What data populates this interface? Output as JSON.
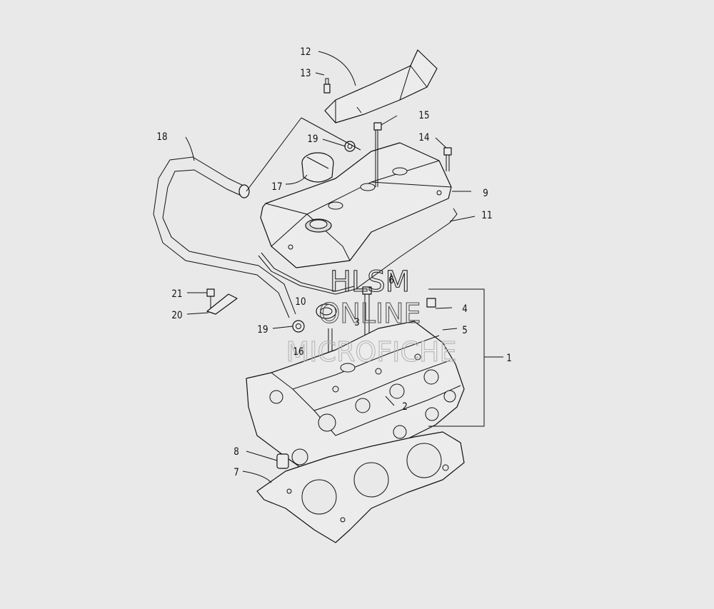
{
  "labels": {
    "l1": "1",
    "l2": "2",
    "l3": "3",
    "l4": "4",
    "l5": "5",
    "l6": "6",
    "l7": "7",
    "l8": "8",
    "l9": "9",
    "l10": "10",
    "l11": "11",
    "l12": "12",
    "l13": "13",
    "l14": "14",
    "l15": "15",
    "l16": "16",
    "l17": "17",
    "l18": "18",
    "l19a": "19",
    "l19b": "19",
    "l20": "20",
    "l21": "21"
  },
  "watermark": {
    "line1": "HLSM",
    "line2": "ONLINE",
    "line3": "MICROFICHE"
  }
}
